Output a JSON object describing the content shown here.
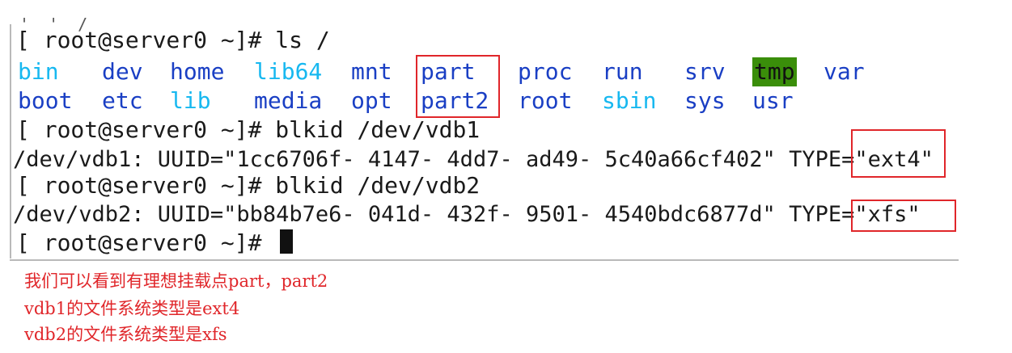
{
  "terminal": {
    "prompt": "[ root@server0 ~]# ",
    "cmd_ls": "ls /",
    "ls_row1": [
      {
        "name": "bin",
        "style": "light"
      },
      {
        "name": "dev",
        "style": "dark"
      },
      {
        "name": "home",
        "style": "dark"
      },
      {
        "name": "lib64",
        "style": "light"
      },
      {
        "name": "mnt",
        "style": "dark"
      },
      {
        "name": "part",
        "style": "dark"
      },
      {
        "name": "proc",
        "style": "dark"
      },
      {
        "name": "run",
        "style": "dark"
      },
      {
        "name": "srv",
        "style": "dark"
      },
      {
        "name": "tmp",
        "style": "tmp"
      },
      {
        "name": "var",
        "style": "dark"
      }
    ],
    "ls_row2": [
      {
        "name": "boot",
        "style": "dark"
      },
      {
        "name": "etc",
        "style": "dark"
      },
      {
        "name": "lib",
        "style": "light"
      },
      {
        "name": "media",
        "style": "dark"
      },
      {
        "name": "opt",
        "style": "dark"
      },
      {
        "name": "part2",
        "style": "dark"
      },
      {
        "name": "root",
        "style": "dark"
      },
      {
        "name": "sbin",
        "style": "light"
      },
      {
        "name": "sys",
        "style": "dark"
      },
      {
        "name": "usr",
        "style": "dark"
      }
    ],
    "cmd_blkid1": "blkid /dev/vdb1",
    "out_vdb1": "/dev/vdb1: UUID=\"1cc6706f- 4147- 4dd7- ad49- 5c40a66cf402\" TYPE=\"ext4\"",
    "cmd_blkid2": "blkid /dev/vdb2",
    "out_vdb2": "/dev/vdb2: UUID=\"bb84b7e6- 041d- 432f- 9501- 4540bdc6877d\" TYPE=\"xfs\"",
    "colors": {
      "dir": "#1a3fc4",
      "symlink": "#17b8f0",
      "tmp_bg": "#3a8e0a",
      "highlight": "#e0262a"
    }
  },
  "notes": [
    "我们可以看到有理想挂载点part，part2",
    "vdb1的文件系统类型是ext4",
    "vdb2的文件系统类型是xfs"
  ]
}
